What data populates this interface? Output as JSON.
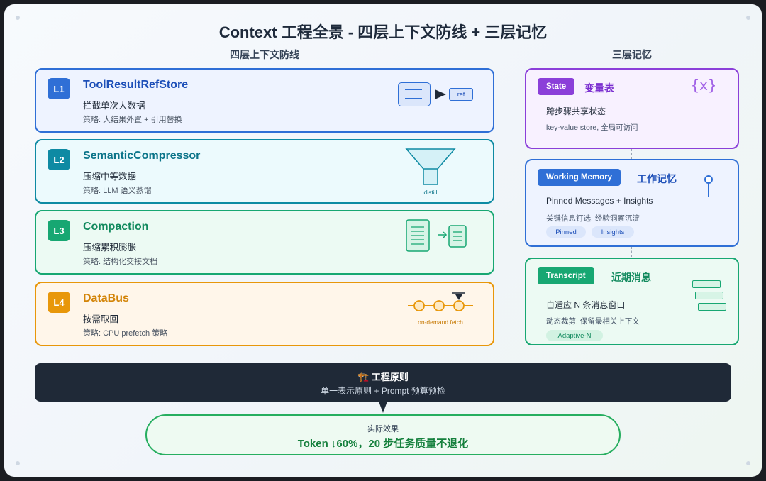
{
  "title": "Context 工程全景 - 四层上下文防线 + 三层记忆",
  "left_section_title": "四层上下文防线",
  "right_section_title": "三层记忆",
  "layers": [
    {
      "badge": "L1",
      "name": "ToolResultRefStore",
      "subtitle": "拦截单次大数据",
      "strategy": "策略: 大结果外置 + 引用替换",
      "illustration_label": "ref",
      "color": "#2f6fd6"
    },
    {
      "badge": "L2",
      "name": "SemanticCompressor",
      "subtitle": "压缩中等数据",
      "strategy": "策略: LLM 语义蒸馏",
      "illustration_label": "distill",
      "color": "#0e8aa3"
    },
    {
      "badge": "L3",
      "name": "Compaction",
      "subtitle": "压缩累积膨胀",
      "strategy": "策略: 结构化交接文档",
      "illustration_label": "",
      "color": "#17a772"
    },
    {
      "badge": "L4",
      "name": "DataBus",
      "subtitle": "按需取回",
      "strategy": "策略: CPU prefetch 策略",
      "illustration_label": "on-demand fetch",
      "color": "#e8970a"
    }
  ],
  "memory": [
    {
      "tag": "State",
      "title": "变量表",
      "line1": "跨步骤共享状态",
      "line2": "key-value store, 全局可访问",
      "icon_text": "{x}",
      "chips": [],
      "color": "#8b3fd9"
    },
    {
      "tag": "Working Memory",
      "title": "工作记忆",
      "line1": "Pinned Messages + Insights",
      "line2": "关键信息钉选, 经验洞察沉淀",
      "chips": [
        "Pinned",
        "Insights"
      ],
      "color": "#2f6fd6"
    },
    {
      "tag": "Transcript",
      "title": "近期消息",
      "line1": "自适应 N 条消息窗口",
      "line2": "动态裁剪, 保留最相关上下文",
      "chips": [
        "Adaptive-N"
      ],
      "color": "#17a772"
    }
  ],
  "principle": {
    "icon": "🏗️",
    "title": "工程原则",
    "subtitle": "单一表示原则 + Prompt 预算预检"
  },
  "effect": {
    "label": "实际效果",
    "text": "Token ↓60%，20 步任务质量不退化"
  }
}
